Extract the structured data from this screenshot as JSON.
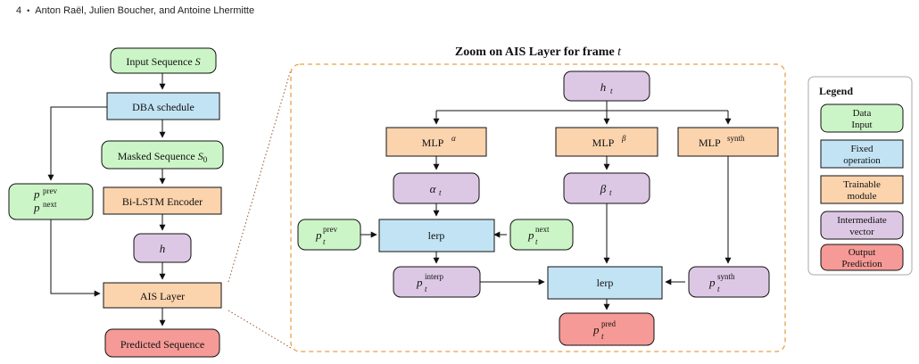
{
  "header": {
    "page_number": "4",
    "authors": "Anton Raël, Julien Boucher, and Antoine Lhermitte"
  },
  "colors": {
    "data_input": "#ccf5c7",
    "fixed_operation": "#c2e3f3",
    "trainable_module": "#fbd3ad",
    "intermediate_vector": "#dcc8e4",
    "output_prediction": "#f59a96",
    "zoom_border": "#e8a04a"
  },
  "left": {
    "input_sequence": "Input Sequence",
    "input_sequence_var": "S",
    "dba_schedule": "DBA schedule",
    "masked_sequence": "Masked Sequence",
    "masked_sequence_var": "S",
    "masked_sequence_sub": "0",
    "bilstm_encoder": "Bi-LSTM Encoder",
    "h": "h",
    "ais_layer": "AIS Layer",
    "predicted_sequence": "Predicted Sequence",
    "p_var": "p",
    "prev": "prev",
    "next": "next"
  },
  "zoom": {
    "title": "Zoom on AIS Layer for frame",
    "title_var": "t",
    "h": "h",
    "t": "t",
    "mlp": "MLP",
    "alpha": "α",
    "beta": "β",
    "synth": "synth",
    "lerp": "lerp",
    "p": "p",
    "prev": "prev",
    "next": "next",
    "interp": "interp",
    "pred": "pred"
  },
  "legend": {
    "title": "Legend",
    "items": [
      {
        "line1": "Data",
        "line2": "Input"
      },
      {
        "line1": "Fixed",
        "line2": "operation"
      },
      {
        "line1": "Trainable",
        "line2": "module"
      },
      {
        "line1": "Intermediate",
        "line2": "vector"
      },
      {
        "line1": "Output",
        "line2": "Prediction"
      }
    ]
  }
}
